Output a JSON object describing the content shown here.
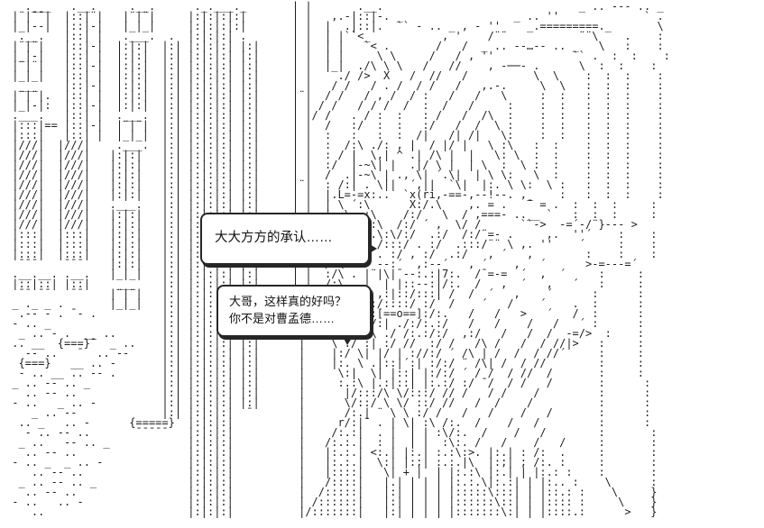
{
  "scene": {
    "background_color": "#ffffff",
    "ink_color": "#1e1e1e",
    "ascii_lines": [
      "   .___   .__.     .__.      ._.___._       | |       .__.                              _ .. --- .. _",
      " |¨|¯¯|  |::|¨|   |¨|¨|     |:|:|:|:|       | |   ,.-|::|-. _                 _ .. ''             ` .",
      " |_|--|  |::|-|   |_|_|     |:|:|:|:|       | |  |  .|::|.  `` - .. _ , - ''    _.=========._       \\",
      "  .__.   |::| |   .___.  .  |:|:|:| .       | |  | |``<_           , '    /¨¨           ¨¨\\    .    :",
      " |¨|¨|   |::|-|  |:|:|  |:| |:|:|:| |:|     | |  | |   `< .       /   /  _ .. --…-- .. _   \\   :    :",
      " |_|-|   |::| |  |:|:|  |:| |:|:|:| |:|     | |  | |     \\ \\     /   / , ''            `` .  :  :    :",
      " |¨|¨|   |::|-|  |:|:|  |:| |:|:|:| |:|     | |  |_|  ./\\ \\ \\   /   //    , -──- .      \\  :  :    :",
      " |_|_|   |::| |  |:|:|  |:| |:|:|:| |:|     | |    ./ />  X   /  //   /          \\  \\    :  :  :    :",
      "  ___    |::|-|  |:|:|  |:| |:|:|:| |:|     | |   / /   / . /  / /   /   ,.-.     \\  \\   :  :  :    :",
      " |¨|¨|.  |::| |  |:|:|  |:| |:|:|:| |:|     |¨|  / /   / , /  / :   /   /   \\     :  :   :  :  :    :",
      " |_|-|:  |::|-|  |:|:|  |:| |:|:|:| |:|     | | / /   / / /  /  :  /   /     :    :  :   :  :  :    :",
      " .___.   |::| |  .___.  |:| |:|:|:| |:|     | |/ /   . / :  :   : /   /  /\\  :    :  :   :  :  :    :",
      " |:::|== |::|-|  |¨|¨|  |:| |:|:|:| |:|     | |  /   :/  :  :   :/   /  /  \\ :    :  :   :  :  :    :",
      " |:::|   |::| |  |_|_|  |:| |:|:|:| |:|     | |  :   :   :  :  /|   /| /|   \\:    :  :   :  :  :    :",
      " |///|  |///|    .___.  |:| |:|:|:| |:|     | |  :  /:\\ ./: , |  / |/ |   \\ :\\   :  :    :  :  :    :",
      " |///|  |///|   |:|:|   |:| |:|:|:| |:|     | |  : / |  \\,| ^ .| /\\ |  |   \\: \\  :  :    :  :  :    :",
      " |///|  |///|   |:|:|   |:| |:|:|:| |:|     | |  :/  |-~\\| |  .|/ \\ |  | \\  :  \\ :  :    :  :  :    :",
      " |///|  |///|   |:|:|   |:| |:|:|:| |:|     | |  /  .|-~\\ | ., \\| ´.\\|  | \\ \\:   \\  :    :  :  :    :",
      " |///|  |///|   |:|:|   |:| |:|:|:| |:|     |¨|  : /:| . \\||  ´,||  `\\|  |:. \\ \\:  \\ :   :  :  :    :",
      " |///|  |///|   |:|:|   |:| |:|:|:| |:|     | |  |.L=-=x:..  `x(ri,-==-,--!--. ,_    :   :  :  :    :",
      " |///|  |///|   .___.   |:| |:|:|:| |:|     | |  | \\ ´:\\      X:/.\\    ,. = .   ¯ = .  :  :  :     :",
      " |///|  |///|   |:|:|   |:| |:|:|:| |:|     | |  |  \\ .:\\    /:/   \\  / ,===- ..__ `   :  :  :     :",
      " |///|  |///|   |:|:|   |:| |:|:|:| |:|     | |  /\\:.. \\:\\  /:/ ´ ,  \\/ /      ``->  -=´-/¨}--- >",
      " |:::|  |:::|   |:|:|   |:| |:|:|:| |:|     | |   X:´:...\\:\\/:/  .:/  /:/¨=- .     ,.  ''´    :    :",
      " |:::|  |:::|   |:|:|   |:| |:|:|:| |:|     | |  . : ´ . /:::/ . :/  .:::/¨¨ \\ ,. ''    ´     :    :",
      " |:::|  |:::|   |:|:|   |:| |:|:|:| |:|     | |  /:\\:> ´ . :/ , :/  .:/   , ´   ,        :    :    :",
      "  ¯¯¯    ¯¯¯    |:|:|   |:| |:|:|:| |:|     | |  /:\\:. > --:´  ,:--´   , ´    ,   ´      >-=---=´",
      " .__.__. .__.   |_|_|   |:| |:|:|:| |:|     | |  :/\\ . |¨|\\|¯--:.:|7:.  /¯=-=  ´  ,  ´     :     :",
      " |::|::| |::|    ___    |:| |:|:|:| |:|     | |  /:\\   |  | |::--:|/:.  /   ,  ´   ,   ´   :     :",
      "  ¯¯ ¯¯   ¯¯    |¨|¨|   |:| |:|:|:| |:|     | |  :/(:. | ,:|::/:::| /  /  ´   ,    ´      :      :",
      " _ ._ _ .       |_|_|   |:| |:|:|:| |:|     |_|  \\:,:-:´:/::::/ :/  /    ´   /    ´    .  :      :",
      "  .-- - . ¯- .          |:| |:|:|:| |:|          /\\::/:.:[==o==]:/:.   /   /   >   ´   /  :      :",
      " - .. _                 |:| |:|:|:| |:|     .__  \\ \\ :/:/:| ./:/:.:/   /   /    /   /   ´ :      :",
      "  _ .. - .  __ ..       |:| |:|:|:| |:|    |¯ |  < .:/  \\ ./ /:.:/:/  ,:/   /   /  /  -=/>  :    :",
      " .. __  {===}¯  _ ..    |:| |:|:|:| |:|     ¯|    \\ ./ :| :/ //  :/ /   /\\ /   /  / //|>   :     :",
      "   -- ..   ¯  .. --     |:| |:|:|:| |:|      |    |:/ \\| |/ | ://:/ ´ /\\ | /  /  / //´     :     :",
      "  {===}   __ .. -       |:| |:|:|:| |:|      |    |:. \\ .|::|´:| :/:/ ¨ /\\| /  / //        :     :",
      "  - .. __ .. -- .       |:| |:|:|:| |:|      |     \\:|  \\| |::| |:/:/ ´ / /  / //  /       :     :",
      " _ .. -- .. _           |:| |:|:|:| |:|      |     :.:\\ |.:|::| |:.:/ :/ ¯/  / /   /       :      :",
      "   .. -- ..             |:| |:|:|:| |:|      |      |/:::/\\ \\/:::/ // /   / /    /         :      :",
      " - ..   _ .. -          |:| |:|:|:| |:|      |      \\/::/ \\ \\/ ::/ //   /  /    /          :      :",
      "    _ .. --             |:| |:|:|:|  ¯       |      /:.| ¨ \\ \\ :/ /   /   /    /   /       :      :",
      "  .. _   .. -      {=====}  |:|:|:|          |     r/:|¨ . | \\| :\\ /:.  /    /   /         :      :",
      "   - .. -- ..       ¯¯¯¯¯   |:|:|:|          |    /:.:|  . |  | | :\\/:.  /    /   /        :       :",
      "  _ ..   -- .. _            |:|:|:|          |   /:.:.|  : |  | |  :\\:. /   /    /   /     :       :",
      "   .. -- ..                 |:|:|:|          |   |:.:.| <:.| |:.| :.:\\:>. |:.| : /:  .     :       :",
      " - .. _  _ .. -             |:|:|:|          |   |:.:.|  \\:| |:;| :.:.|\\  |:;| ; /:. :     :       :",
      "    .. -- ..                |:|:|:|          |   |::::|   \\| + |  | |:.:\\ |:.| | |:.: :    :       :",
      "  _ .. -- .. _              |:|:|:|          |   /::::|   |.| | | | |:.:.\\|:.:| | |:.. :    \\      :",
      "   .. -- ..                 |:|:|:|          |  /:::::|   |:| | | | |:::::\\:::| | |::.: :    \\     }",
      " - ..   .. -                |:|:|:|          | /::::::|   |:| | | | |::::::\\::| | |:::: :     \\    }",
      "    ..                      |:|:|:|          |/:::::::|   |:| | | | |:::::::\\:| | |::::.:      >   }"
    ]
  },
  "dialogue": {
    "bubbles": [
      {
        "id": "bubble-1",
        "lines": [
          "大大方方的承认……"
        ]
      },
      {
        "id": "bubble-2",
        "lines": [
          "大哥，这样真的好吗？",
          "你不是对曹孟德……"
        ]
      }
    ]
  }
}
